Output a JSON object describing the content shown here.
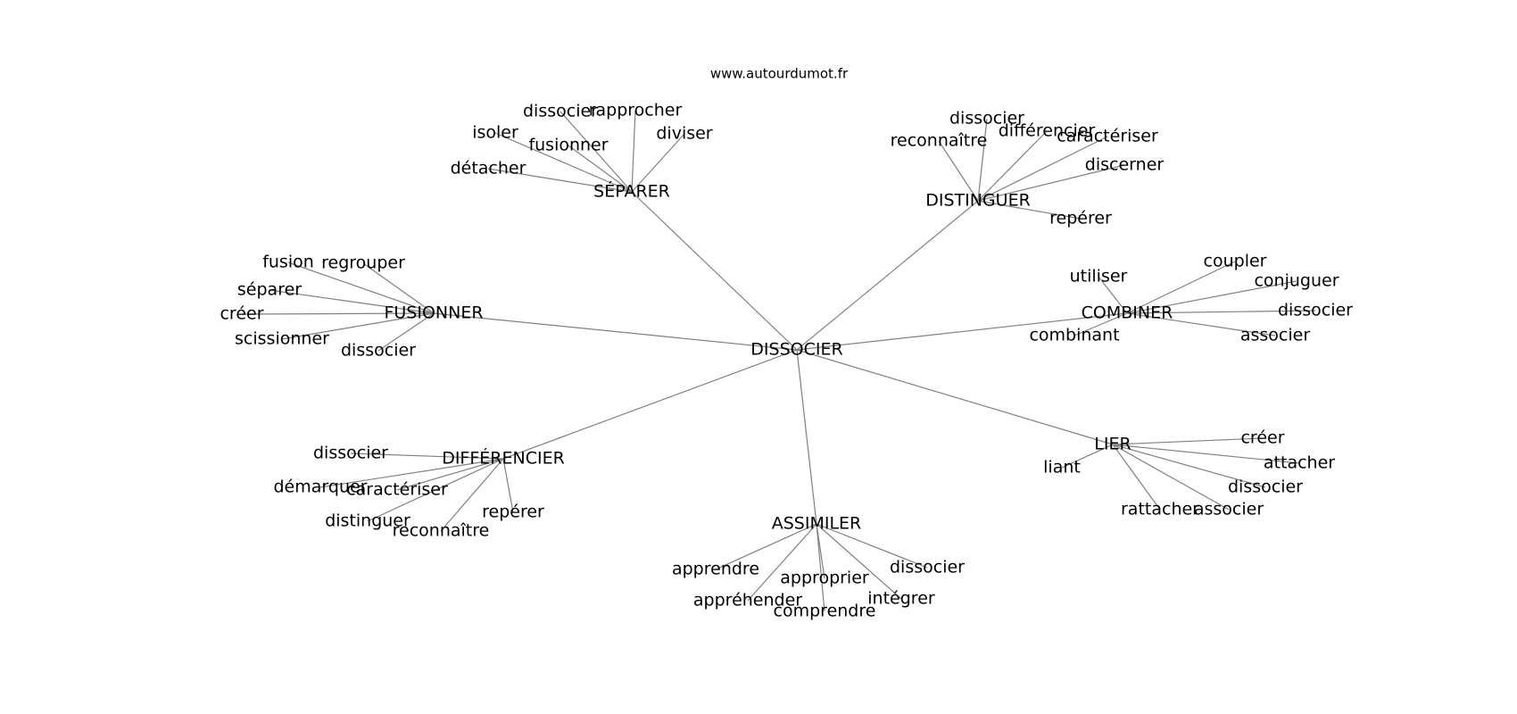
{
  "site": "www.autourdumot.fr",
  "colors": {
    "edge": "#808080",
    "text": "#000000",
    "background": "#ffffff"
  },
  "graph": {
    "center": {
      "id": "center",
      "label": "DISSOCIER"
    },
    "clusters": [
      {
        "id": "separer",
        "label": "SÉPARER",
        "children": [
          "dissocier",
          "rapprocher",
          "isoler",
          "fusionner",
          "diviser",
          "détacher"
        ]
      },
      {
        "id": "distinguer",
        "label": "DISTINGUER",
        "children": [
          "dissocier",
          "reconnaître",
          "différencier",
          "caractériser",
          "discerner",
          "repérer"
        ]
      },
      {
        "id": "fusionner",
        "label": "FUSIONNER",
        "children": [
          "fusion",
          "regrouper",
          "séparer",
          "créer",
          "scissionner",
          "dissocier"
        ]
      },
      {
        "id": "combiner",
        "label": "COMBINER",
        "children": [
          "utiliser",
          "coupler",
          "conjuguer",
          "dissocier",
          "combinant",
          "associer"
        ]
      },
      {
        "id": "differencier",
        "label": "DIFFÉRENCIER",
        "children": [
          "dissocier",
          "démarquer",
          "caractériser",
          "distinguer",
          "reconnaître",
          "repérer"
        ]
      },
      {
        "id": "lier",
        "label": "LIER",
        "children": [
          "créer",
          "liant",
          "attacher",
          "dissocier",
          "rattacher",
          "associer"
        ]
      },
      {
        "id": "assimiler",
        "label": "ASSIMILER",
        "children": [
          "apprendre",
          "dissocier",
          "approprier",
          "appréhender",
          "intégrer",
          "comprendre"
        ]
      }
    ]
  }
}
